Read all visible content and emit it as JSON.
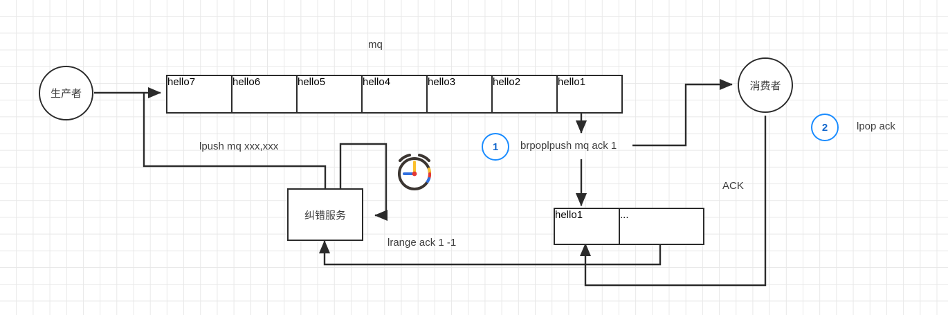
{
  "diagram": {
    "title_label": "mq",
    "producer": {
      "label": "生产者"
    },
    "consumer": {
      "label": "消费者"
    },
    "queue": {
      "name": "mq",
      "cells": [
        {
          "label": "hello7"
        },
        {
          "label": "hello6"
        },
        {
          "label": "hello5"
        },
        {
          "label": "hello4"
        },
        {
          "label": "hello3"
        },
        {
          "label": "hello2"
        },
        {
          "label": "hello1"
        }
      ]
    },
    "ack_list": {
      "cells": [
        {
          "label": "hello1"
        },
        {
          "label": "..."
        }
      ]
    },
    "service": {
      "label": "纠错服务"
    },
    "badges": [
      {
        "number": "1",
        "label": "brpoplpush mq ack  1"
      },
      {
        "number": "2",
        "label": "lpop ack"
      }
    ],
    "edge_labels": [
      {
        "text": "lpush mq xxx,xxx"
      },
      {
        "text": "lrange ack 1 -1"
      },
      {
        "text": "ACK"
      }
    ],
    "icons": {
      "clock": "alarm-clock-icon"
    },
    "colors": {
      "stroke": "#2b2b2b",
      "text": "#3d3d3d",
      "badge_blue": "#1a8cff",
      "grid": "#e8e8e8",
      "clock_body": "#3c3632",
      "clock_hand_yellow": "#fbc02d",
      "clock_hand_blue": "#2f6fe0",
      "clock_center_red": "#e53935"
    }
  }
}
